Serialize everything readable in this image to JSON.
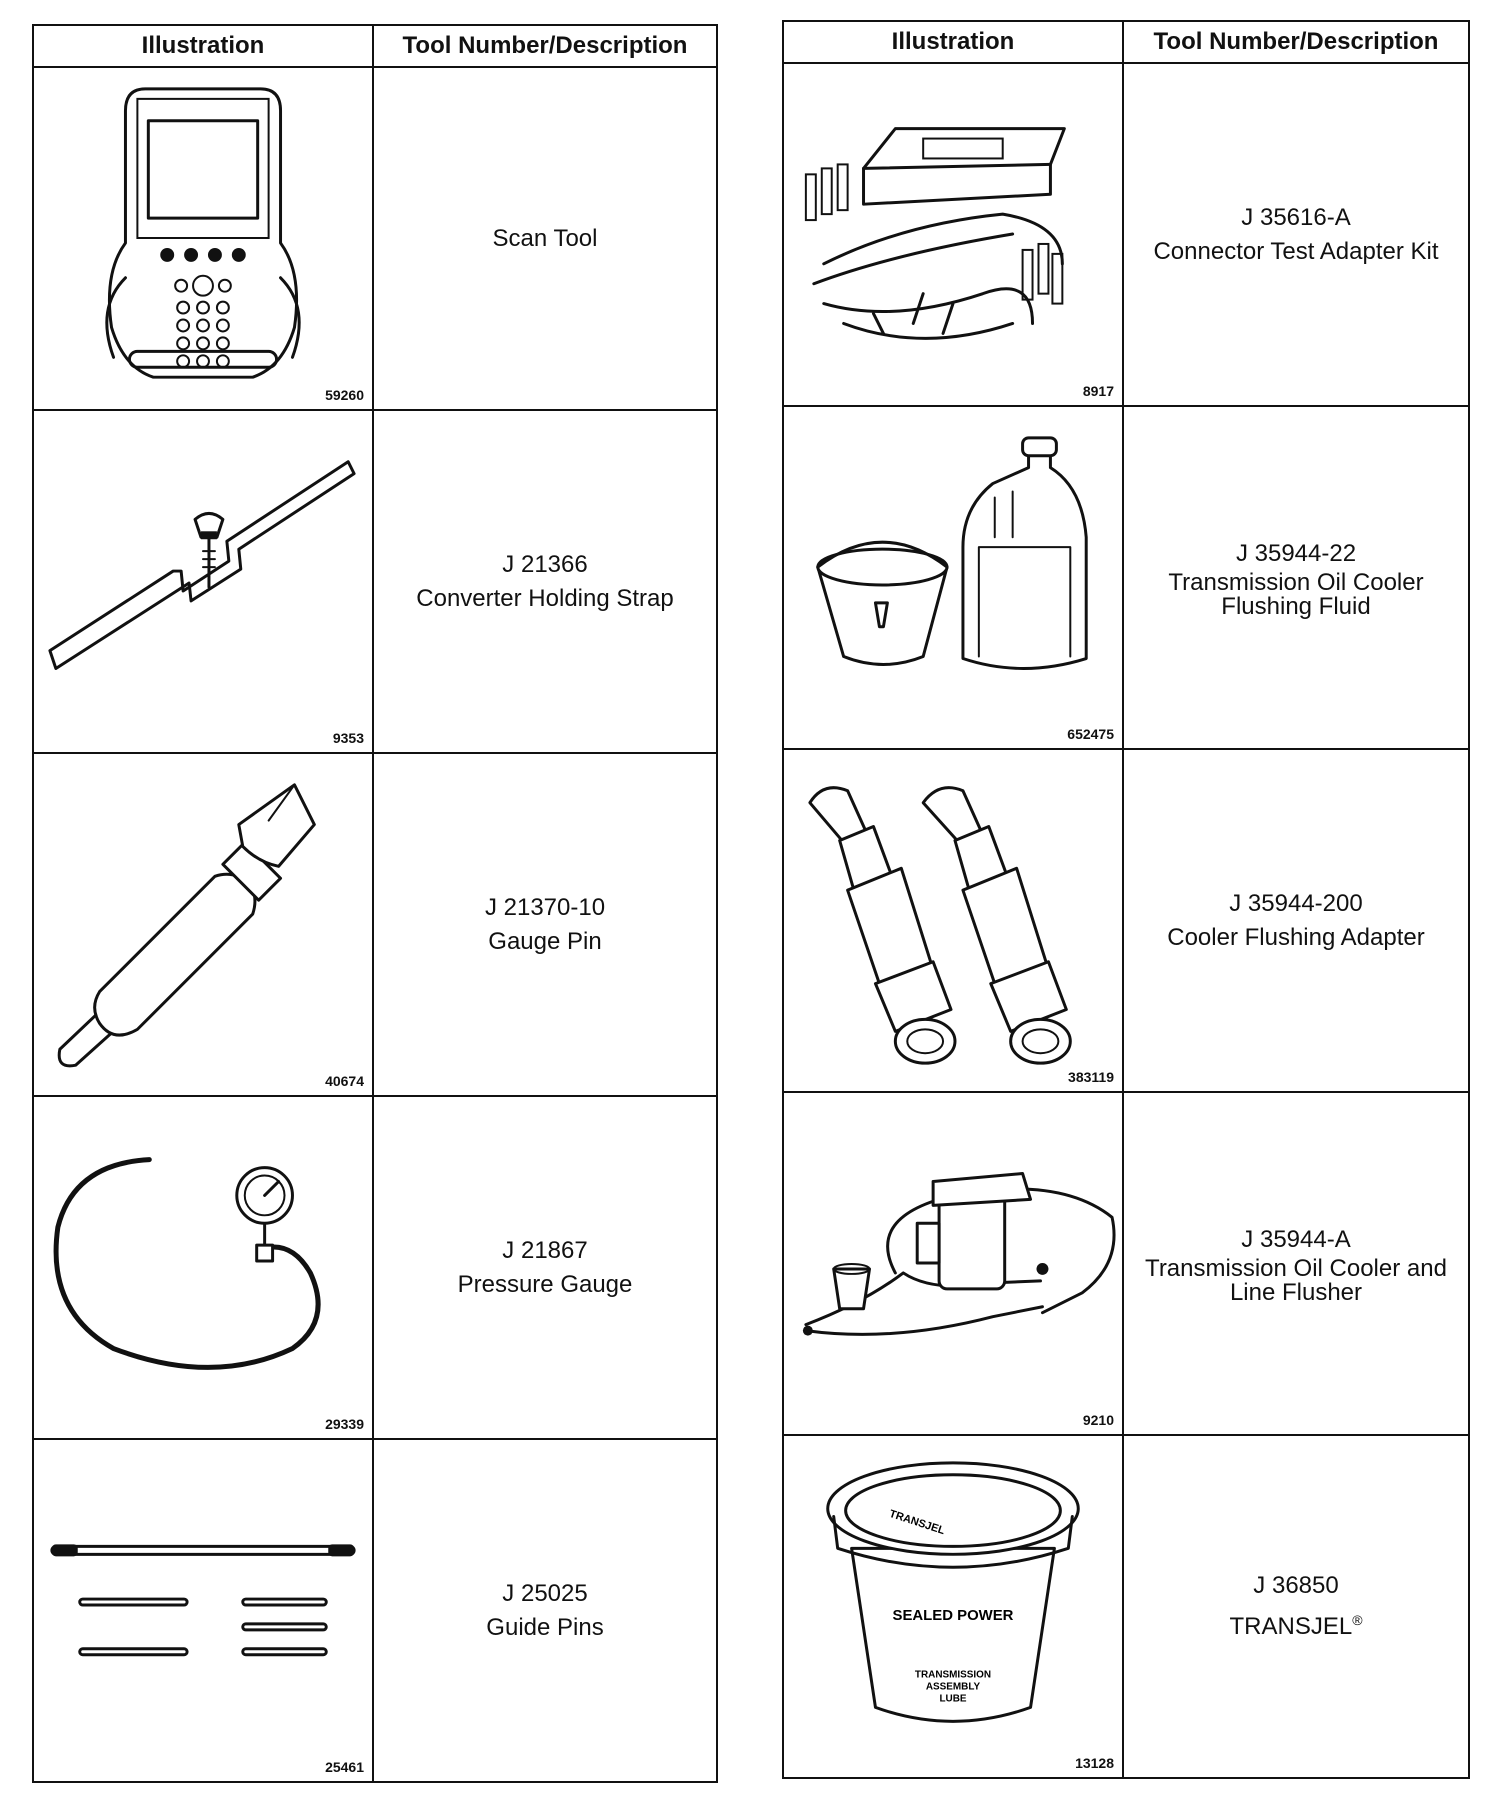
{
  "header": {
    "illustration": "Illustration",
    "tool": "Tool Number/Description"
  },
  "left": [
    {
      "fig": "59260",
      "number": "",
      "desc": "Scan Tool",
      "icon": "scan-tool"
    },
    {
      "fig": "9353",
      "number": "J 21366",
      "desc": "Converter Holding Strap",
      "icon": "holding-strap"
    },
    {
      "fig": "40674",
      "number": "J 21370-10",
      "desc": "Gauge Pin",
      "icon": "gauge-pin"
    },
    {
      "fig": "29339",
      "number": "J 21867",
      "desc": "Pressure Gauge",
      "icon": "pressure-gauge"
    },
    {
      "fig": "25461",
      "number": "J 25025",
      "desc": "Guide Pins",
      "icon": "guide-pins"
    }
  ],
  "right": [
    {
      "fig": "8917",
      "number": "J 35616-A",
      "desc": "Connector Test Adapter Kit",
      "icon": "adapter-kit"
    },
    {
      "fig": "652475",
      "number": "J 35944-22",
      "desc1": "Transmission Oil Cooler",
      "desc2": "Flushing Fluid",
      "icon": "flushing-fluid"
    },
    {
      "fig": "383119",
      "number": "J 35944-200",
      "desc": "Cooler Flushing Adapter",
      "icon": "flushing-adapter"
    },
    {
      "fig": "9210",
      "number": "J 35944-A",
      "desc1": "Transmission Oil Cooler and",
      "desc2": "Line Flusher",
      "icon": "line-flusher"
    },
    {
      "fig": "13128",
      "number": "J 36850",
      "desc": "TRANSJEL",
      "reg": "®",
      "icon": "transjel-tub",
      "tub_text": {
        "lid": "TRANSJEL",
        "band": "SEALED POWER",
        "label1": "TRANSMISSION",
        "label2": "ASSEMBLY",
        "label3": "LUBE"
      }
    }
  ]
}
